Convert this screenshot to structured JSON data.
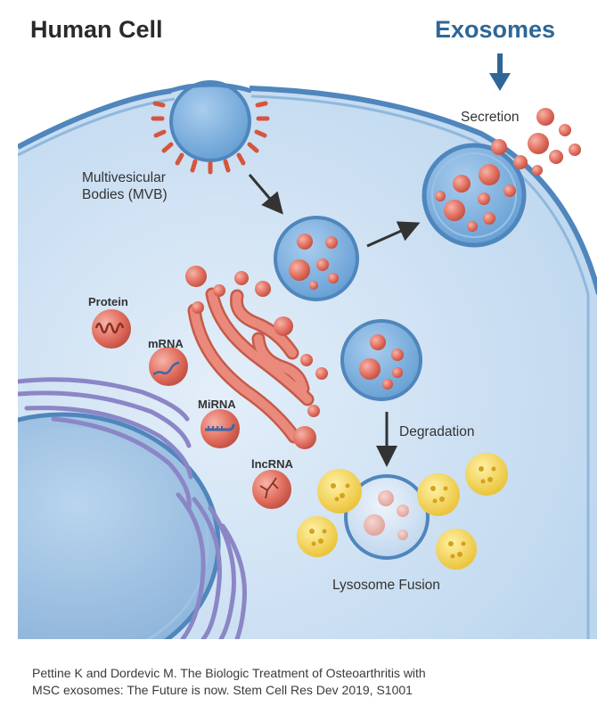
{
  "header": {
    "title": "Human Cell",
    "exosomes_label": "Exosomes"
  },
  "labels": {
    "secretion": "Secretion",
    "mvb": "Multivesicular\nBodies (MVB)",
    "protein": "Protein",
    "mrna": "mRNA",
    "mirna": "MiRNA",
    "lncrna": "lncRNA",
    "degradation": "Degradation",
    "lysosome_fusion": "Lysosome Fusion"
  },
  "caption": {
    "line1": "Pettine K and Dordevic M. The Biologic Treatment of Osteoarthritis with",
    "line2": "MSC exosomes: The Future is now. Stem Cell Res Dev 2019, S1001"
  },
  "colors": {
    "cytoplasm": "#c9dff2",
    "membrane": "#4f86bd",
    "vesicle": "#e27060",
    "mvb_fill": "#7fb3df",
    "lysosome": "#f2cf3c",
    "exosome_arrow": "#2e6796",
    "arrow": "#333333"
  }
}
